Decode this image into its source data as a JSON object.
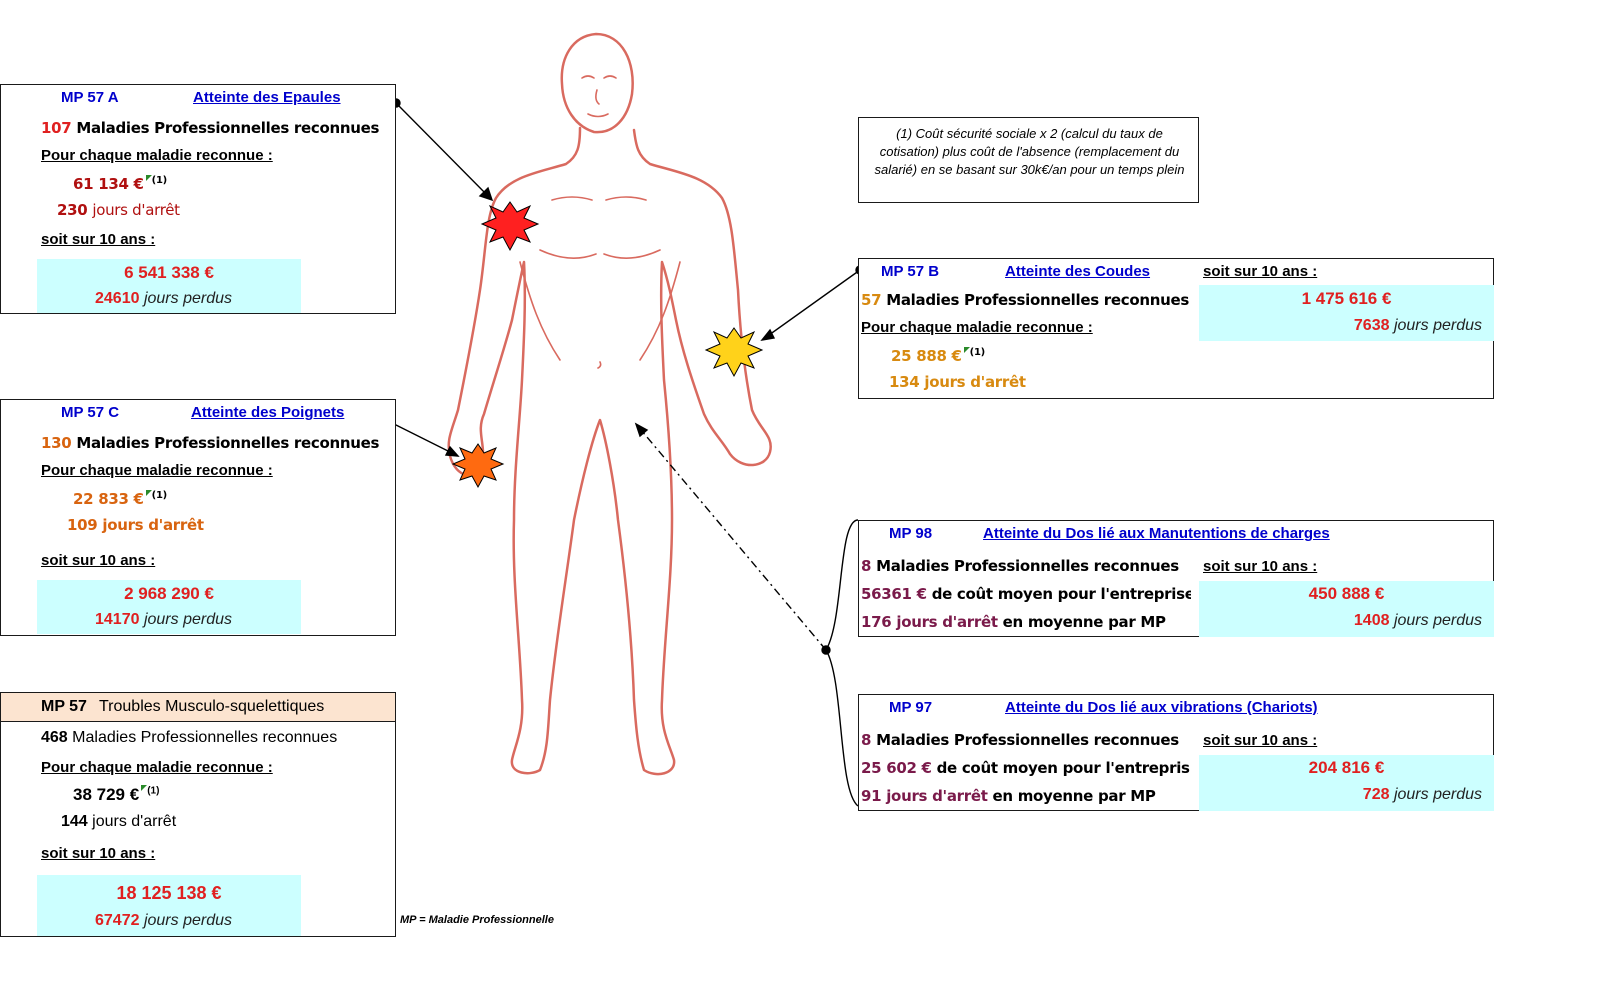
{
  "note": "(1) Coût sécurité sociale x 2 (calcul du taux de cotisation) plus coût de l'absence (remplacement du salarié) en se basant sur 30k€/an pour un temps plein",
  "footnote": "MP = Maladie Professionnelle",
  "colors": {
    "cyan_fill": "#ccffff",
    "header_fill": "#fce4d0",
    "body_outline": "#d96a5f",
    "shoulder_burst": "#ff2020",
    "elbow_burst": "#ffd21a",
    "wrist_burst": "#ff6a10"
  },
  "icons": [
    "shoulder-burst-icon",
    "elbow-burst-icon",
    "wrist-burst-icon",
    "human-body-figure"
  ],
  "mp57a": {
    "code": "MP 57 A",
    "title": "Atteinte des Epaules",
    "count": "107",
    "count_label": "Maladies Professionnelles reconnues",
    "per_label": "Pour chaque maladie reconnue :",
    "cost": "61 134 €",
    "cost_ref": "(1)",
    "days": "230",
    "days_label": "jours d'arrêt",
    "ten_label": "soit sur 10 ans :",
    "ten_amount": "6 541 338 €",
    "ten_days": "24610",
    "ten_days_label": "jours perdus"
  },
  "mp57c": {
    "code": "MP 57 C",
    "title": "Atteinte des Poignets",
    "count": "130",
    "count_label": "Maladies Professionnelles reconnues",
    "per_label": "Pour chaque maladie reconnue :",
    "cost": "22 833 €",
    "cost_ref": "(1)",
    "days": "109",
    "days_label": "jours d'arrêt",
    "ten_label": "soit sur 10 ans :",
    "ten_amount": "2 968 290 €",
    "ten_days": "14170",
    "ten_days_label": "jours perdus"
  },
  "mp57": {
    "code": "MP 57",
    "title": "Troubles Musculo-squelettiques",
    "count": "468",
    "count_label": "Maladies Professionnelles reconnues",
    "per_label": "Pour chaque maladie reconnue :",
    "cost": "38 729 €",
    "cost_ref": "(1)",
    "days": "144",
    "days_label": "jours d'arrêt",
    "ten_label": "soit sur 10 ans :",
    "ten_amount": "18 125 138 €",
    "ten_days": "67472",
    "ten_days_label": "jours perdus"
  },
  "mp57b": {
    "code": "MP 57 B",
    "title": "Atteinte des Coudes",
    "count": "57",
    "count_label": "Maladies Professionnelles reconnues",
    "per_label": "Pour chaque maladie reconnue :",
    "cost": "25 888 €",
    "cost_ref": "(1)",
    "days": "134",
    "days_label": "jours d'arrêt",
    "ten_label": "soit sur 10 ans :",
    "ten_amount": "1 475 616 €",
    "ten_days": "7638",
    "ten_days_label": "jours perdus"
  },
  "mp98": {
    "code": "MP 98",
    "title": "Atteinte du Dos lié aux Manutentions de charges",
    "count": "8",
    "count_label": "Maladies Professionnelles reconnues",
    "cost": "56361 €",
    "cost_label": "de coût moyen pour l'entreprise",
    "days": "176",
    "days_label": "jours d'arrêt",
    "days_suffix": "en moyenne par MP",
    "ten_label": "soit sur 10 ans :",
    "ten_amount": "450 888 €",
    "ten_days": "1408",
    "ten_days_label": "jours perdus"
  },
  "mp97": {
    "code": "MP 97",
    "title": "Atteinte du Dos lié aux vibrations (Chariots)",
    "count": "8",
    "count_label": "Maladies Professionnelles reconnues",
    "cost": "25 602 €",
    "cost_label": "de coût moyen pour l'entrepris",
    "days": "91",
    "days_label": "jours d'arrêt",
    "days_suffix": "en moyenne par MP",
    "ten_label": "soit sur 10 ans :",
    "ten_amount": "204 816 €",
    "ten_days": "728",
    "ten_days_label": "jours perdus"
  }
}
